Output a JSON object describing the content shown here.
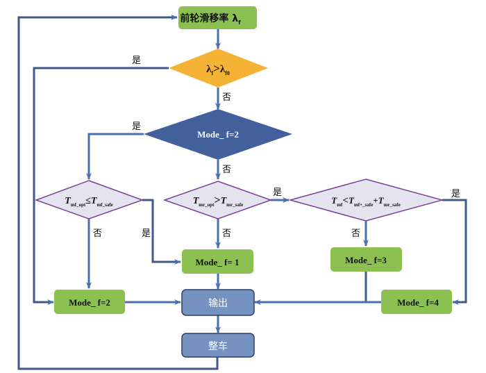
{
  "colors": {
    "line": "#3f5a8a",
    "arrow": "#4a6fb0",
    "green": "#8cc152",
    "orange": "#f5b335",
    "dark_blue": "#41609c",
    "light_purple": "#e6e3f0",
    "purple_border": "#7b3f98",
    "steel_blue": "#7592c0"
  },
  "nodes": {
    "front_slip": {
      "text": "前轮滑移率 λ",
      "sub": "f"
    },
    "slip_cond": {
      "a": "λ",
      "a_sub": "f",
      "op": ">",
      "b": "λ",
      "b_sub": "f0"
    },
    "mode_check": {
      "text": "Mode_ f=2"
    },
    "cond_front": {
      "a": "T",
      "a_sub": "mf_opt",
      "op": "≤",
      "b": "T",
      "b_sub": "mf_safe"
    },
    "cond_rear": {
      "a": "T",
      "a_sub": "mr_opt",
      "op": ">",
      "b": "T",
      "b_sub": "mr_safe"
    },
    "cond_sum": {
      "a": "T",
      "a_sub": "mf",
      "op": "<",
      "b": "T",
      "b_sub": "mf+_safe",
      "plus": "+",
      "c": "T",
      "c_sub": "mr_safe"
    },
    "mode1": {
      "text": "Mode_ f= 1"
    },
    "mode2": {
      "text": "Mode_ f=2"
    },
    "mode3": {
      "text": "Mode_ f=3"
    },
    "mode4": {
      "text": "Mode_ f=4"
    },
    "output": {
      "text": "输出"
    },
    "vehicle": {
      "text": "整车"
    }
  },
  "edge_labels": {
    "yes": "是",
    "no": "否"
  }
}
